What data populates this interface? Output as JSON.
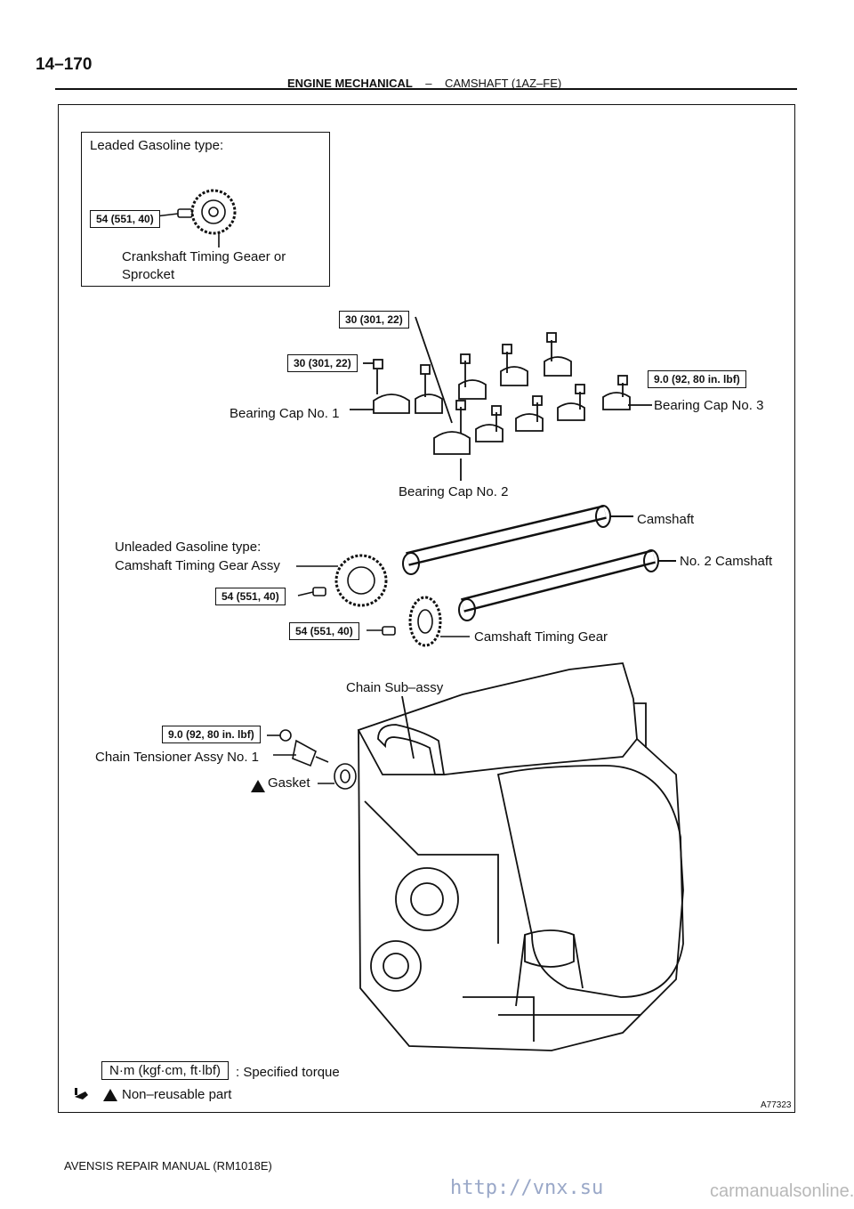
{
  "header": {
    "page_number": "14–170",
    "section": "ENGINE MECHANICAL",
    "separator": "–",
    "subsection": "CAMSHAFT (1AZ–FE)"
  },
  "inset": {
    "title": "Leaded Gasoline type:",
    "torque": "54 (551, 40)",
    "part_line1": "Crankshaft Timing Geaer or",
    "part_line2": "Sprocket"
  },
  "labels": {
    "torque_bc_top": "30 (301, 22)",
    "torque_bc1": "30 (301, 22)",
    "torque_bc3": "9.0 (92, 80 in. lbf)",
    "bearing_cap_1": "Bearing Cap No. 1",
    "bearing_cap_2": "Bearing Cap No. 2",
    "bearing_cap_3": "Bearing Cap No. 3",
    "camshaft": "Camshaft",
    "no2_camshaft": "No. 2 Camshaft",
    "unleaded_line1": "Unleaded Gasoline type:",
    "unleaded_line2": "Camshaft Timing Gear Assy",
    "torque_gear_assy": "54 (551, 40)",
    "torque_timing_gear": "54 (551, 40)",
    "camshaft_timing_gear": "Camshaft Timing Gear",
    "chain_sub_assy": "Chain Sub–assy",
    "torque_tensioner": "9.0 (92, 80 in. lbf)",
    "chain_tensioner": "Chain Tensioner Assy No. 1",
    "gasket": "Gasket"
  },
  "legend": {
    "unit_box": "N·m (kgf·cm, ft·lbf)",
    "unit_desc": ": Specified torque",
    "nonreusable": "Non–reusable part"
  },
  "figure_id": "A77323",
  "footer": "AVENSIS REPAIR MANUAL   (RM1018E)",
  "watermarks": {
    "site1": "carmanualsonline.info",
    "site2": "http://vnx.su"
  }
}
